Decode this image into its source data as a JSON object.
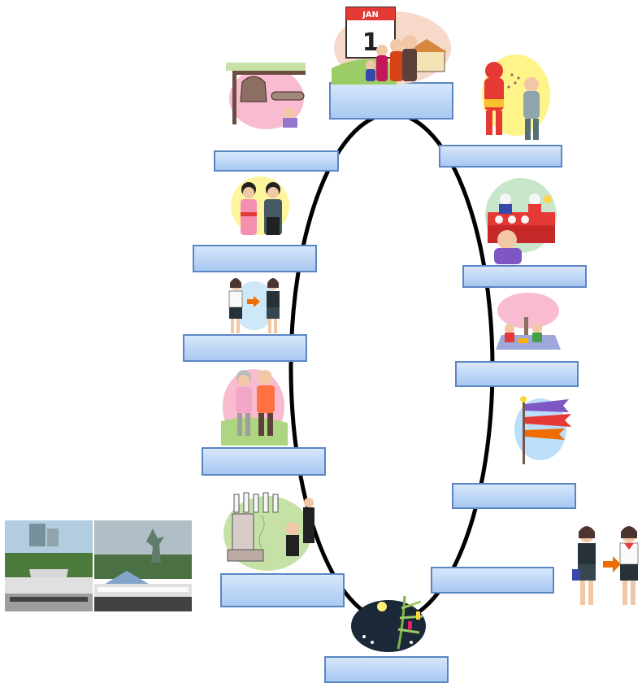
{
  "calendar_month": "JAN",
  "calendar_day": "1",
  "event_labels": [
    "",
    "",
    "",
    "",
    "",
    "",
    "",
    "",
    "",
    "",
    "",
    ""
  ],
  "colors": {
    "ring": "#000000",
    "box_fill_top": "#d7e7fb",
    "box_fill_bottom": "#a9c8f1",
    "box_border": "#5b86c4"
  },
  "illustrations": [
    "new-year-calendar",
    "bean-throwing-festival",
    "hina-doll-festival",
    "cherry-blossom-viewing",
    "carp-streamers",
    "school-uniform-change-summer",
    "tanabata-bamboo",
    "obon-grave-visit",
    "respect-for-elders",
    "school-uniform-change-winter",
    "seven-five-three-festival",
    "new-year-bell"
  ],
  "photos": [
    "hiroshima-peace-memorial-photo",
    "nagasaki-peace-statue-photo"
  ]
}
